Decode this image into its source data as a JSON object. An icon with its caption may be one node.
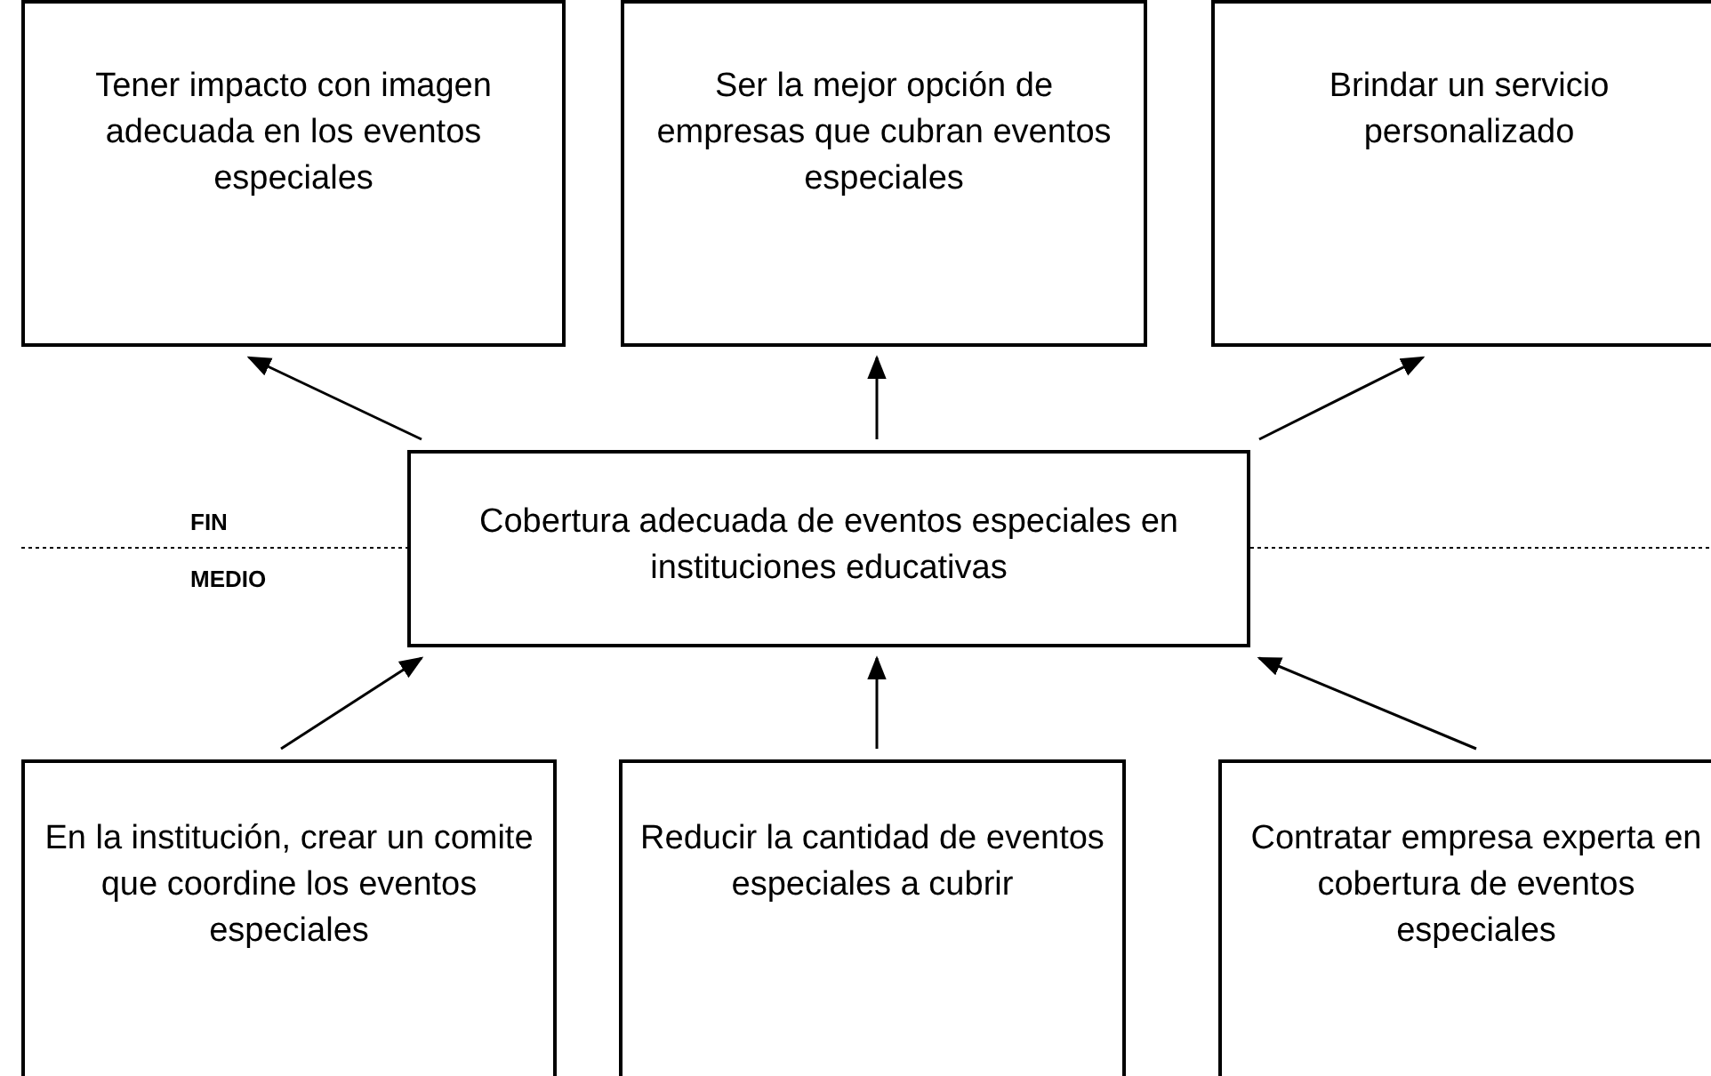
{
  "diagram": {
    "nodes": [
      {
        "text": [
          "Tener impacto con imagen adecuada en los eventos especiales"
        ]
      },
      {
        "text": [
          "Ser la mejor opción de empresas que cubran eventos especiales"
        ]
      },
      {
        "text": [
          "Brindar un servicio personalizado"
        ]
      },
      {
        "text": [
          "Cobertura adecuada de eventos especiales en instituciones educativas"
        ]
      },
      {
        "text": [
          "En la institución, crear un comite que coordine los eventos especiales"
        ]
      },
      {
        "text": [
          "Reducir la cantidad de eventos especiales a cubrir"
        ]
      },
      {
        "text": [
          "Contratar empresa experta en cobertura de eventos especiales"
        ]
      }
    ],
    "edges": [
      {
        "from": 3,
        "to": 0,
        "arrow": "to"
      },
      {
        "from": 3,
        "to": 1,
        "arrow": "to"
      },
      {
        "from": 3,
        "to": 2,
        "arrow": "to"
      },
      {
        "from": 4,
        "to": 3,
        "arrow": "to"
      },
      {
        "from": 5,
        "to": 3,
        "arrow": "to"
      },
      {
        "from": 6,
        "to": 3,
        "arrow": "to"
      }
    ],
    "labels": [
      "FIN",
      "MEDIO"
    ]
  }
}
